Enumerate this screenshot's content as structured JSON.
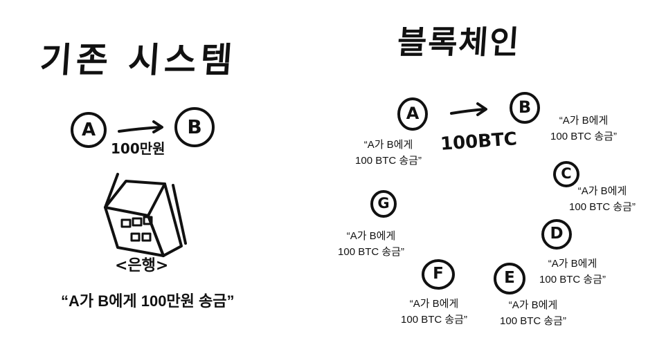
{
  "left_panel": {
    "title": "기존 시스템",
    "node_a": "A",
    "node_b": "B",
    "arrow_label": "100만원",
    "bank_label": "<은행>",
    "caption": "“A가 B에게 100만원 송금”"
  },
  "right_panel": {
    "title": "블록체인",
    "transfer_label": "100BTC",
    "nodes": [
      "A",
      "B",
      "C",
      "D",
      "E",
      "F",
      "G"
    ],
    "messages": [
      {
        "line1": "“A가 B에게",
        "line2": "100 BTC 송금”"
      },
      {
        "line1": "“A가 B에게",
        "line2": "100 BTC 송금”"
      },
      {
        "line1": "“A가 B에게",
        "line2": "100 BTC 송금”"
      },
      {
        "line1": "“A가 B에게",
        "line2": "100 BTC 송금”"
      },
      {
        "line1": "“A가 B에게",
        "line2": "100 BTC 송금”"
      },
      {
        "line1": "“A가 B에게",
        "line2": "100 BTC 송금”"
      },
      {
        "line1": "“A가 B에게",
        "line2": "100 BTC 송금”"
      }
    ]
  },
  "colors": {
    "ink": "#111111",
    "background": "#ffffff"
  }
}
